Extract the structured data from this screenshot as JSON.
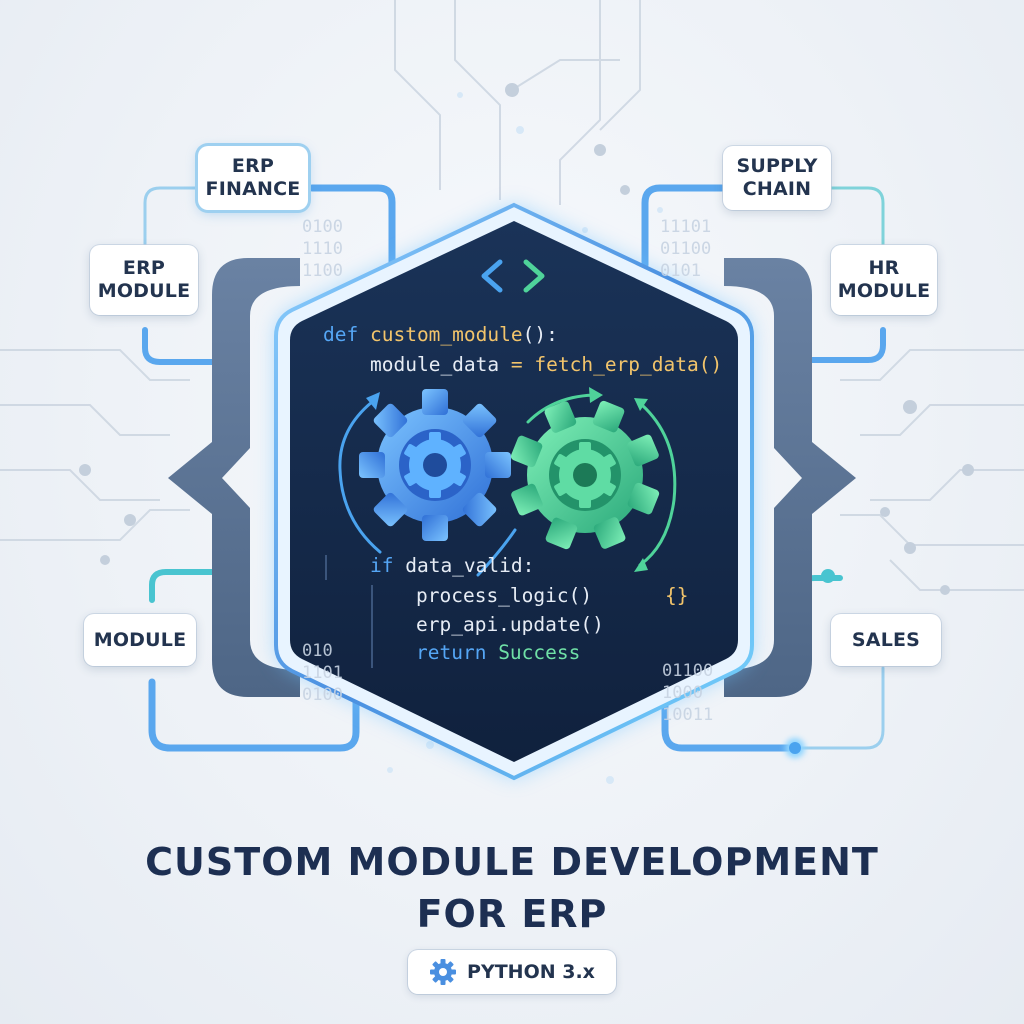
{
  "modules": {
    "erp_finance": "ERP\nFINANCE",
    "erp_module": "ERP\nMODULE",
    "module": "MODULE",
    "supply_chain": "SUPPLY\nCHAIN",
    "hr_module": "HR\nMODULE",
    "sales": "SALES"
  },
  "code": {
    "line1_kw": "def",
    "line1_fn": "custom_module",
    "line1_end": "():",
    "line2_var": "module_data ",
    "line2_op": "=",
    "line2_fn": " fetch_erp_data",
    "line2_end": "()",
    "line3_kw": "if",
    "line3_rest": " data_valid:",
    "line4": "process_logic()",
    "line4_braces": "{}",
    "line5": "erp_api.update()",
    "line6_kw": "return",
    "line6_val": " Success"
  },
  "binary": {
    "left_top": [
      "0100",
      "1110",
      "1100"
    ],
    "right_top": [
      "11101",
      "01100",
      "0101"
    ],
    "left_bottom": [
      "010",
      "1101",
      "0100"
    ],
    "right_bottom": [
      "01100",
      "1000",
      "10011"
    ]
  },
  "title": {
    "line1": "CUSTOM MODULE DEVELOPMENT",
    "line2": "FOR ERP"
  },
  "badge": {
    "label": "PYTHON 3.x",
    "icon": "gear-icon"
  },
  "colors": {
    "hex_bg": "#14294a",
    "bracket": "#5d7594",
    "accent_blue": "#4aa3ef",
    "accent_green": "#4fd39a",
    "title": "#1d2f52"
  }
}
